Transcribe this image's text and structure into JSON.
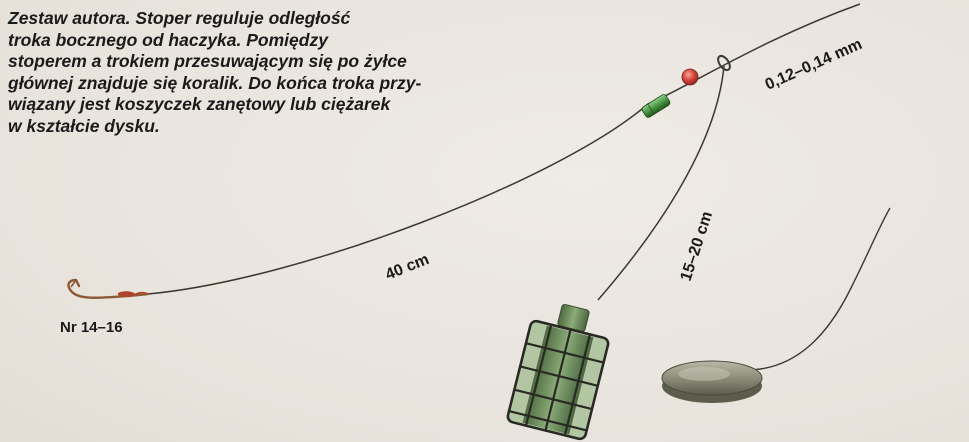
{
  "caption": {
    "lines": [
      "Zestaw autora. Stoper reguluje odległość",
      "troka bocznego od haczyka. Pomiędzy",
      "stoperem a trokiem przesuwającym się po żyłce",
      "głównej znajduje się koralik. Do końca troka przy-",
      "wiązany jest koszyczek zanętowy lub ciężarek",
      "w kształcie dysku."
    ]
  },
  "labels": {
    "main_line": "0,12–0,14 mm",
    "hook_length": "40 cm",
    "side_link": "15–20 cm",
    "hook_size": "Nr 14–16"
  },
  "colors": {
    "line": "#3a3a32",
    "stopper": "#3e8a3a",
    "bead": "#d6453a",
    "feeder": "#5d7a4e",
    "disc": "#8b8c78"
  }
}
